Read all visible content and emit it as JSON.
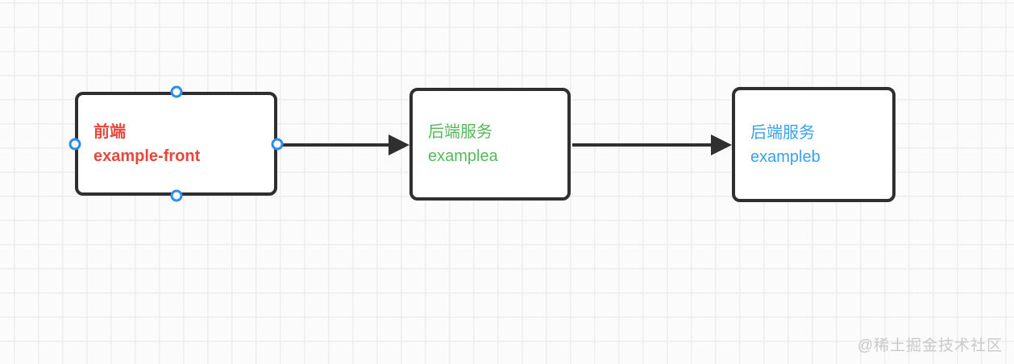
{
  "diagram": {
    "nodes": [
      {
        "id": "example-front",
        "line1": "前端",
        "line2": "example-front",
        "text_color": "#e8473c",
        "selected": true
      },
      {
        "id": "examplea",
        "line1": "后端服务",
        "line2": "examplea",
        "text_color": "#54b85b",
        "selected": false
      },
      {
        "id": "exampleb",
        "line1": "后端服务",
        "line2": "exampleb",
        "text_color": "#38a0f2",
        "selected": false
      }
    ],
    "connectors": [
      {
        "from": "example-front",
        "to": "examplea"
      },
      {
        "from": "examplea",
        "to": "exampleb"
      }
    ]
  },
  "watermark": {
    "text": "@稀土掘金技术社区"
  },
  "colors": {
    "canvas-bg": "#fbfbfb",
    "grid-line": "#ededed",
    "node-border": "#2f2f2f",
    "arrow": "#2f2f2f",
    "handle": "#2d8cf0",
    "watermark-color": "#c9c9c9"
  }
}
